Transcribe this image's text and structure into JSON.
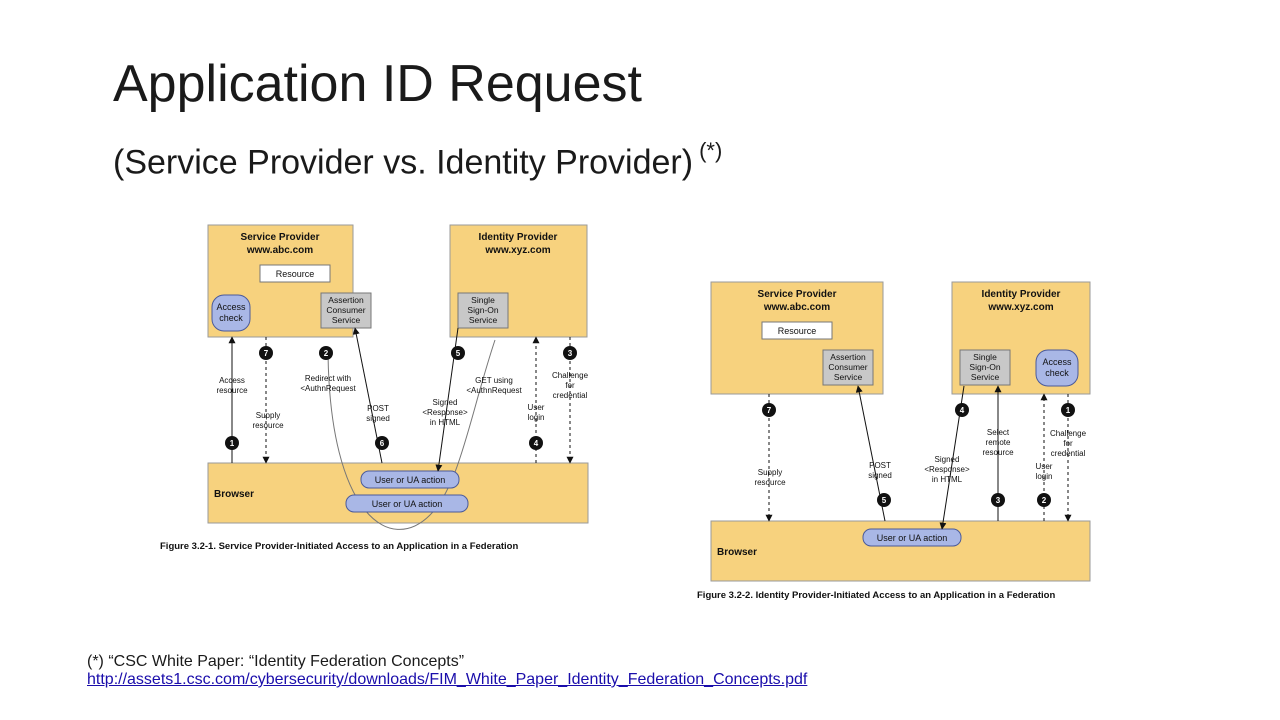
{
  "slide": {
    "title": "Application ID Request",
    "subtitle": "(Service Provider vs. Identity Provider)",
    "subtitle_mark": "(*)"
  },
  "diagram1": {
    "sp_title": "Service Provider",
    "sp_domain": "www.abc.com",
    "resource": "Resource",
    "access_check": [
      "Access",
      "check"
    ],
    "acs": [
      "Assertion",
      "Consumer",
      "Service"
    ],
    "idp_title": "Identity Provider",
    "idp_domain": "www.xyz.com",
    "sso": [
      "Single",
      "Sign-On",
      "Service"
    ],
    "browser": "Browser",
    "ua_action_1": "User or UA action",
    "ua_action_2": "User or UA action",
    "steps": [
      "1",
      "2",
      "3",
      "4",
      "5",
      "6",
      "7"
    ],
    "labels": {
      "access_resource": [
        "Access",
        "resource"
      ],
      "supply_resource": [
        "Supply",
        "resource"
      ],
      "redirect": [
        "Redirect with",
        "<AuthnRequest"
      ],
      "post_signed": [
        "POST",
        "signed"
      ],
      "signed_response": [
        "Signed",
        "<Response>",
        "in HTML"
      ],
      "get_using": [
        "GET using",
        "<AuthnRequest"
      ],
      "user_login": [
        "User",
        "login"
      ],
      "challenge": [
        "Challenge",
        "for",
        "credential"
      ]
    },
    "caption": "Figure 3.2-1. Service Provider-Initiated Access to an Application in a Federation"
  },
  "diagram2": {
    "sp_title": "Service Provider",
    "sp_domain": "www.abc.com",
    "resource": "Resource",
    "acs": [
      "Assertion",
      "Consumer",
      "Service"
    ],
    "idp_title": "Identity Provider",
    "idp_domain": "www.xyz.com",
    "sso": [
      "Single",
      "Sign-On",
      "Service"
    ],
    "access_check": [
      "Access",
      "check"
    ],
    "browser": "Browser",
    "ua_action": "User or UA action",
    "steps": [
      "1",
      "2",
      "3",
      "4",
      "5",
      "7"
    ],
    "labels": {
      "supply_resource": [
        "Supply",
        "resource"
      ],
      "post_signed": [
        "POST",
        "signed"
      ],
      "signed_response": [
        "Signed",
        "<Response>",
        "in HTML"
      ],
      "select_remote": [
        "Select",
        "remote",
        "resource"
      ],
      "user_login": [
        "User",
        "login"
      ],
      "challenge": [
        "Challenge",
        "for",
        "credential"
      ]
    },
    "caption": "Figure 3.2-2. Identity Provider-Initiated Access to an Application in a Federation"
  },
  "footnote": {
    "text": "(*) “CSC White Paper: “Identity Federation Concepts”",
    "link": "http://assets1.csc.com/cybersecurity/downloads/FIM_White_Paper_Identity_Federation_Concepts.pdf"
  },
  "colors": {
    "box_fill": "#f7d27e",
    "box_stroke": "#9a9a9a",
    "gray_box": "#c8c8c8",
    "blue_pill": "#a9b7e6",
    "blue_stroke": "#4a5a9a",
    "step_circle": "#111111"
  }
}
